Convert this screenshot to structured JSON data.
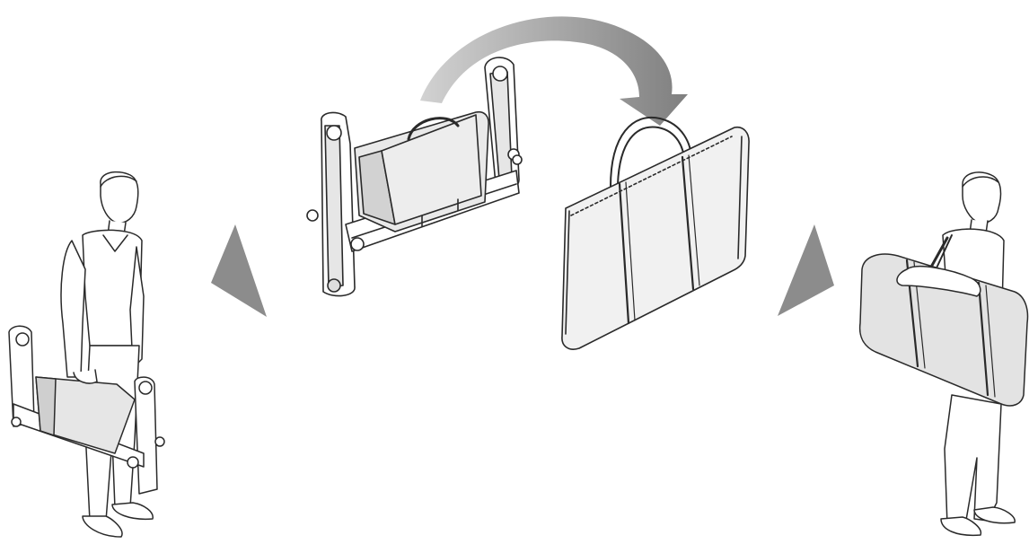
{
  "figure": {
    "description_shown": false,
    "colors": {
      "line": "#2a2a2a",
      "pad_fill": "#e9e9e9",
      "pad_shadow": "#cfcfcf",
      "bag_fill": "#efefef",
      "arrow_light": "#c8c8c8",
      "arrow_dark": "#8a8a8a",
      "pointer": "#8c8c8c",
      "skin": "#ffffff"
    },
    "icons": [
      "person-carrying-folded-frame",
      "folded-frame",
      "carry-bag",
      "person-carrying-bag",
      "curved-arrow",
      "direction-pointer-left",
      "direction-pointer-right"
    ]
  }
}
